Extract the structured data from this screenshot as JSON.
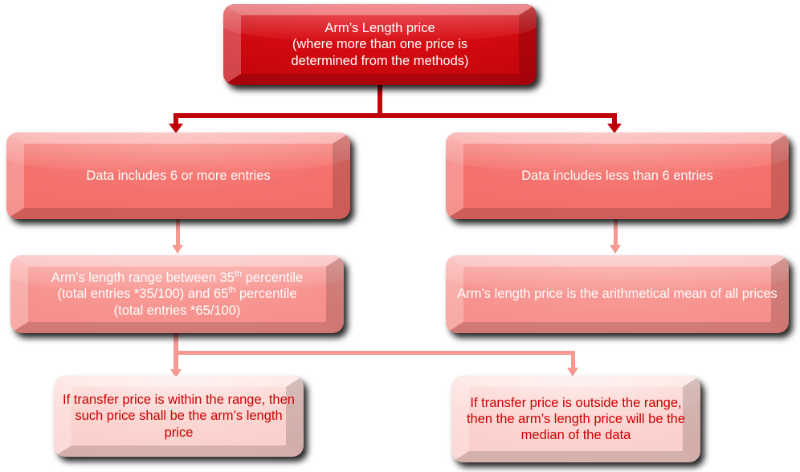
{
  "diagram": {
    "title_node": {
      "id": "arms-length-price",
      "line1": "Arm’s Length price",
      "line2": "(where more than one price is",
      "line3": "determined from the methods)",
      "color": "#d00910",
      "text_color": "#ffffff"
    },
    "branch_left": {
      "condition": "Data includes 6 or more entries",
      "rule_pre": "Arm’s length range between 35",
      "rule_sup1": "th",
      "rule_mid": " percentile\n(total entries *35/100) and 65",
      "rule_sup2": "th",
      "rule_post": " percentile\n(total entries *65/100)",
      "color": "#f4726d"
    },
    "branch_right": {
      "condition": "Data includes less than 6 entries",
      "rule": "Arm’s length price is the arithmetical mean of all prices",
      "color": "#f4726d"
    },
    "outcome_left": {
      "text": "If transfer price is within the range, then such price shall be the arm’s length price",
      "color": "#fbd3cf",
      "text_color": "#cc0000"
    },
    "outcome_right": {
      "text": "If transfer price is outside the range, then the arm’s length price will be the median of the data",
      "color": "#fbd3cf",
      "text_color": "#cc0000"
    },
    "connectors": {
      "primary_color": "#c00008",
      "secondary_color": "#f79991"
    },
    "background_color": "#ffffff"
  }
}
